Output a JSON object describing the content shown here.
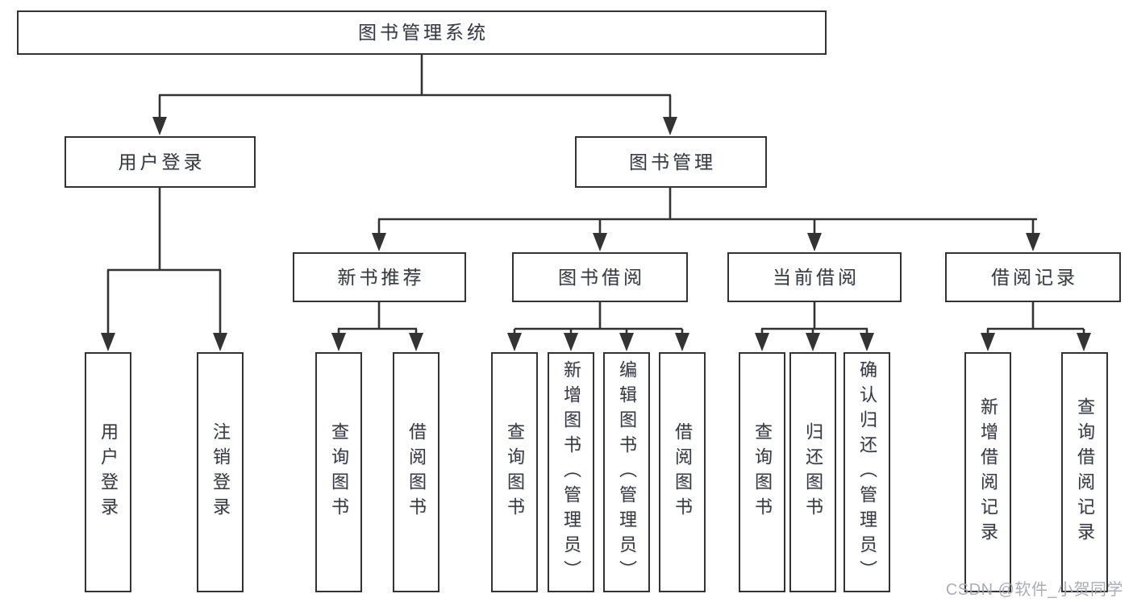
{
  "title_box": {
    "label": "图书管理系统"
  },
  "level2": [
    {
      "id": "user-login",
      "label": "用户登录"
    },
    {
      "id": "book-management",
      "label": "图书管理"
    }
  ],
  "level3": [
    {
      "id": "new-book-recommend",
      "label": "新书推荐"
    },
    {
      "id": "book-borrow",
      "label": "图书借阅"
    },
    {
      "id": "current-borrow",
      "label": "当前借阅"
    },
    {
      "id": "borrow-records",
      "label": "借阅记录"
    }
  ],
  "leaves": [
    {
      "label": "用户登录"
    },
    {
      "label": "注销登录"
    },
    {
      "label": "查询图书"
    },
    {
      "label": "借阅图书"
    },
    {
      "label": "查询图书"
    },
    {
      "label": "新增图书（管理员）"
    },
    {
      "label": "编辑图书（管理员）"
    },
    {
      "label": "借阅图书"
    },
    {
      "label": "查询图书"
    },
    {
      "label": "归还图书"
    },
    {
      "label": "确认归还（管理员）"
    },
    {
      "label": "新增借阅记录"
    },
    {
      "label": "查询借阅记录"
    }
  ],
  "watermark": "CSDN @软件_小贺同学",
  "colors": {
    "line": "#333333",
    "text": "#3a3a3a",
    "background": "#ffffff",
    "watermark": "#a6a8b2"
  }
}
